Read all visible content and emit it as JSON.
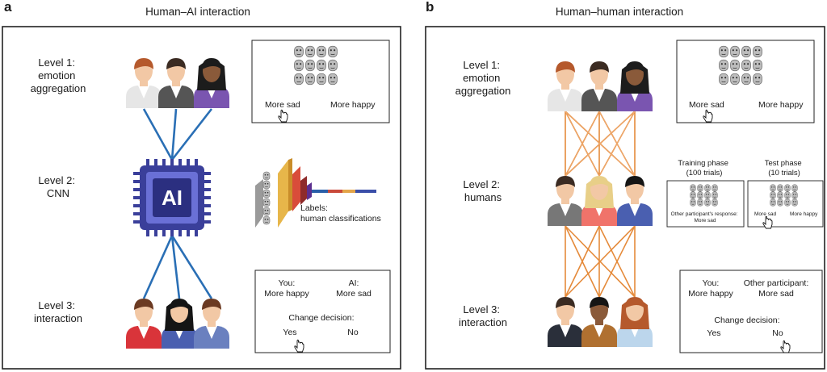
{
  "panel_a": {
    "label": "a",
    "title": "Human–AI interaction",
    "level1": [
      "Level 1:",
      "emotion",
      "aggregation"
    ],
    "level2": [
      "Level 2:",
      "CNN"
    ],
    "level3": [
      "Level 3:",
      "interaction"
    ],
    "chip_label": "AI",
    "cnn_labels": [
      "Labels:",
      "human classifications"
    ],
    "slider": {
      "left": "More sad",
      "right": "More happy"
    },
    "decision": {
      "you_label": "You:",
      "you_value": "More happy",
      "other_label": "AI:",
      "other_value": "More sad",
      "change_label": "Change decision:",
      "yes": "Yes",
      "no": "No"
    }
  },
  "panel_b": {
    "label": "b",
    "title": "Human–human interaction",
    "level1": [
      "Level 1:",
      "emotion",
      "aggregation"
    ],
    "level2": [
      "Level 2:",
      "humans"
    ],
    "level3": [
      "Level 3:",
      "interaction"
    ],
    "slider": {
      "left": "More sad",
      "right": "More happy"
    },
    "training": {
      "title": [
        "Training phase",
        "(100 trials)"
      ],
      "response": [
        "Other participant's response:",
        "More sad"
      ]
    },
    "test": {
      "title": [
        "Test phase",
        "(10 trials)"
      ],
      "left": "More sad",
      "right": "More happy"
    },
    "decision": {
      "you_label": "You:",
      "you_value": "More happy",
      "other_label": "Other participant:",
      "other_value": "More sad",
      "change_label": "Change decision:",
      "yes": "Yes",
      "no": "No"
    }
  },
  "colors": {
    "ai_line": "#2a6fb5",
    "human_line": "#e58a3a",
    "chip": "#3a3f9a",
    "chip_light": "#6a70d6",
    "frame": "#222222"
  },
  "icons": [
    "person-icon",
    "ai-chip-icon",
    "cnn-layers-icon",
    "face-grid-icon",
    "hand-cursor-icon"
  ]
}
